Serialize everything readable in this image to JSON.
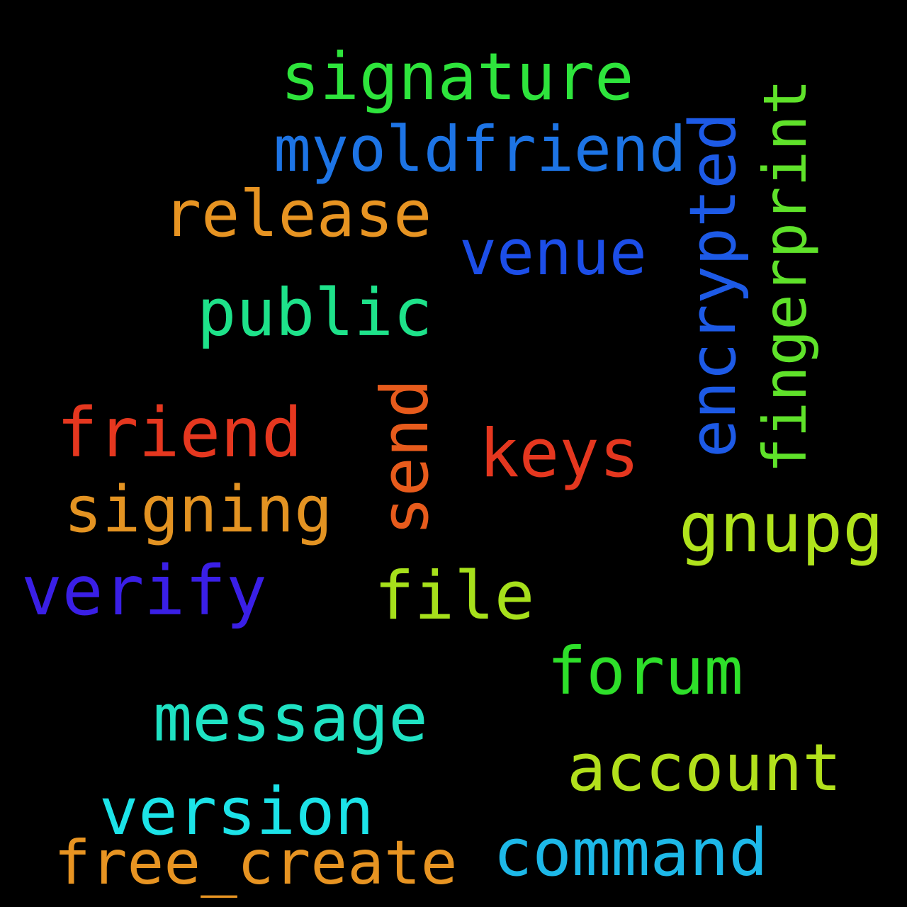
{
  "words": [
    {
      "key": "signature",
      "text": "signature",
      "color": "#2ee43c"
    },
    {
      "key": "myoldfriend",
      "text": "myoldfriend",
      "color": "#1d74e5"
    },
    {
      "key": "release",
      "text": "release",
      "color": "#e79422"
    },
    {
      "key": "venue",
      "text": "venue",
      "color": "#1c4ee8"
    },
    {
      "key": "public",
      "text": "public",
      "color": "#1ee28a"
    },
    {
      "key": "friend",
      "text": "friend",
      "color": "#e5371f"
    },
    {
      "key": "keys",
      "text": "keys",
      "color": "#e5371f"
    },
    {
      "key": "signing",
      "text": "signing",
      "color": "#e39322"
    },
    {
      "key": "gnupg",
      "text": "gnupg",
      "color": "#b0e31c"
    },
    {
      "key": "verify",
      "text": "verify",
      "color": "#3a1fe6"
    },
    {
      "key": "file",
      "text": "file",
      "color": "#a6e01b"
    },
    {
      "key": "forum",
      "text": "forum",
      "color": "#2ee02a"
    },
    {
      "key": "message",
      "text": "message",
      "color": "#1fe2c3"
    },
    {
      "key": "account",
      "text": "account",
      "color": "#b2e01c"
    },
    {
      "key": "version",
      "text": "version",
      "color": "#1ce3e8"
    },
    {
      "key": "free_create",
      "text": "free_create",
      "color": "#e79422"
    },
    {
      "key": "command",
      "text": "command",
      "color": "#1db8e8"
    },
    {
      "key": "encrypted",
      "text": "encrypted",
      "color": "#1d5ae6"
    },
    {
      "key": "fingerprint",
      "text": "fingerprint",
      "color": "#5fe22a"
    },
    {
      "key": "send",
      "text": "send",
      "color": "#e75b1c"
    }
  ]
}
